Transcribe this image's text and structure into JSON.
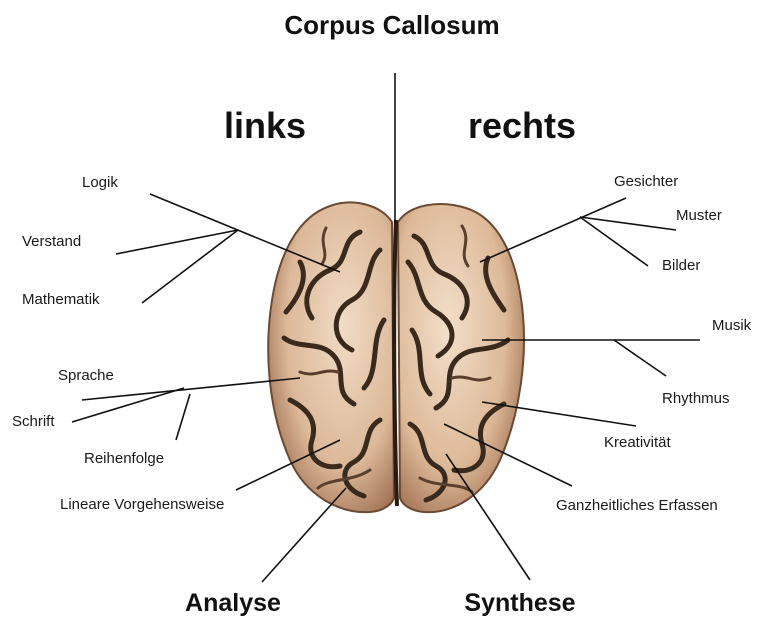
{
  "title": "Corpus Callosum",
  "hemispheres": {
    "left": "links",
    "right": "rechts"
  },
  "left_labels": {
    "logik": "Logik",
    "verstand": "Verstand",
    "mathematik": "Mathematik",
    "sprache": "Sprache",
    "schrift": "Schrift",
    "reihenfolge": "Reihenfolge",
    "lineare": "Lineare Vorgehensweise"
  },
  "right_labels": {
    "gesichter": "Gesichter",
    "muster": "Muster",
    "bilder": "Bilder",
    "musik": "Musik",
    "rhythmus": "Rhythmus",
    "kreativitaet": "Kreativität",
    "ganzheitlich": "Ganzheitliches Erfassen"
  },
  "bottom": {
    "left": "Analyse",
    "right": "Synthese"
  },
  "colors": {
    "brain_fill": "#e8cdb3",
    "brain_shadow": "#a9785a",
    "sulci": "#3a2a1e",
    "line": "#111111"
  }
}
